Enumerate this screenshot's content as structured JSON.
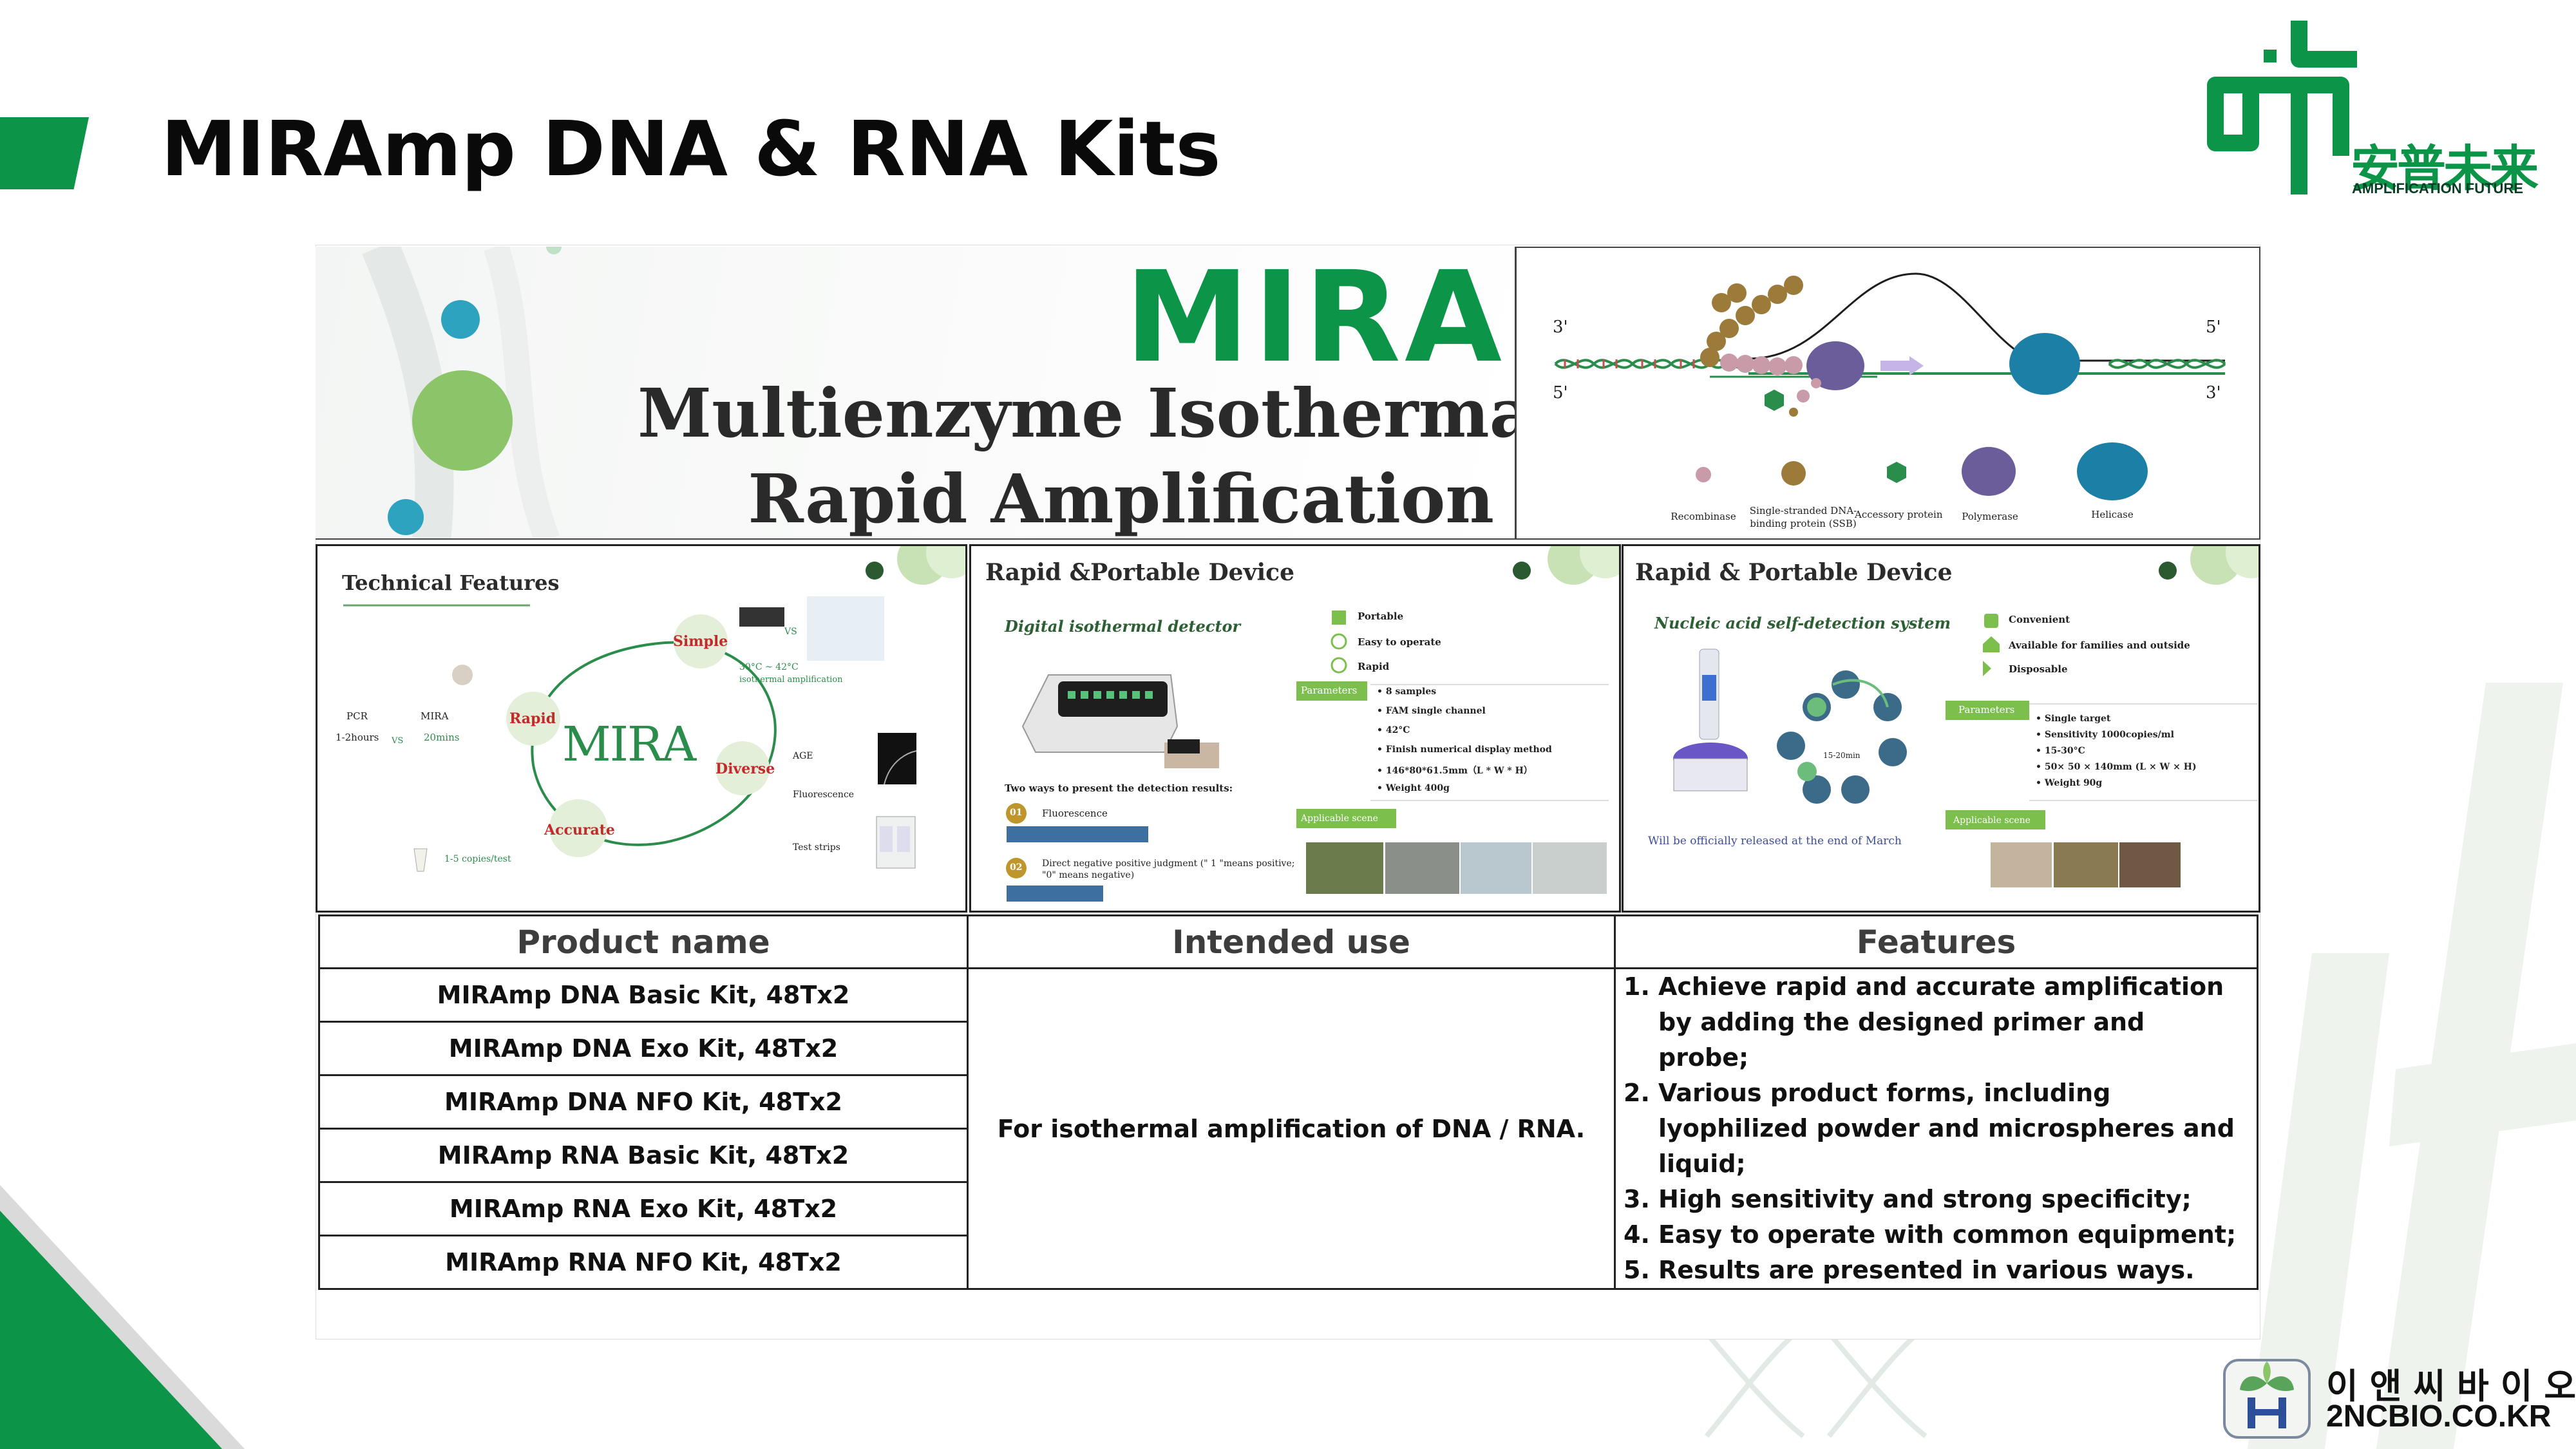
{
  "slide": {
    "title": "MIRAmp DNA & RNA Kits",
    "accent_color": "#0c9448"
  },
  "logo": {
    "name_cn": "安普未来",
    "name_en": "AMPLIFICATION FUTURE"
  },
  "banner": {
    "word": "MIRA",
    "line1": "Multienzyme Isothermal",
    "line2": "Rapid Amplification"
  },
  "mechanism": {
    "end_3_top": "3'",
    "end_5_bottom": "5'",
    "end_5_top_right": "5'",
    "end_3_bottom_right": "3'",
    "legend": [
      "Recombinase",
      "Single-stranded DNA-binding protein (SSB)",
      "Accessory protein",
      "Polymerase",
      "Helicase"
    ]
  },
  "panel_tech": {
    "title": "Technical Features",
    "center": "MIRA",
    "nodes": [
      "Simple",
      "Rapid",
      "Diverse",
      "Accurate"
    ],
    "pcr": "PCR",
    "mira": "MIRA",
    "pcr_time": "1-2hours",
    "vs": "VS",
    "mira_time": "20mins",
    "vs2": "VS",
    "temp": "30°C ~ 42°C",
    "temp_note": "isothermal amplification",
    "sens": "1-5 copies/test",
    "methods": [
      "AGE",
      "Fluorescence",
      "Test strips"
    ]
  },
  "panel_device": {
    "title": "Rapid &Portable Device",
    "subtitle": "Digital isothermal detector",
    "features": [
      "Portable",
      "Easy to operate",
      "Rapid"
    ],
    "params_label": "Parameters",
    "params": [
      "8 samples",
      "FAM single channel",
      "42°C",
      "Finish numerical display method",
      "146*80*61.5mm（L * W * H）",
      "Weight 400g"
    ],
    "scene_label": "Applicable scene",
    "ways_title": "Two ways to present the detection results:",
    "way1_num": "01",
    "way1": "Fluorescence",
    "way2_num": "02",
    "way2": "Direct negative positive judgment (\" 1 \"means positive; \"0\" means negative)"
  },
  "panel_selftest": {
    "title": "Rapid & Portable Device",
    "subtitle": "Nucleic acid self-detection system",
    "features": [
      "Convenient",
      "Available for families and outside",
      "Disposable"
    ],
    "params_label": "Parameters",
    "params": [
      "Single target",
      "Sensitivity 1000copies/ml",
      "15-30°C",
      "50× 50 × 140mm (L × W × H)",
      "Weight 90g"
    ],
    "scene_label": "Applicable scene",
    "timer": "15-20min",
    "release": "Will be officially released at the end of March"
  },
  "table": {
    "headers": [
      "Product name",
      "Intended use",
      "Features"
    ],
    "products": [
      "MIRAmp DNA Basic Kit, 48Tx2",
      "MIRAmp DNA Exo Kit, 48Tx2",
      "MIRAmp DNA NFO Kit, 48Tx2",
      "MIRAmp RNA Basic Kit, 48Tx2",
      "MIRAmp RNA Exo Kit, 48Tx2",
      "MIRAmp RNA NFO Kit, 48Tx2"
    ],
    "intended_use": "For isothermal amplification of DNA / RNA.",
    "features": [
      {
        "num": "1.",
        "text": "Achieve rapid and accurate amplification by adding the designed primer and probe;"
      },
      {
        "num": "2.",
        "text": "Various product forms, including lyophilized powder and microspheres and liquid;"
      },
      {
        "num": "3.",
        "text": "High sensitivity and strong specificity;"
      },
      {
        "num": "4.",
        "text": "Easy to operate with common equipment;"
      },
      {
        "num": "5.",
        "text": "Results are presented in various ways."
      }
    ]
  },
  "footer": {
    "company_kr": "이앤씨바이오",
    "url": "2NCBIO.CO.KR"
  }
}
